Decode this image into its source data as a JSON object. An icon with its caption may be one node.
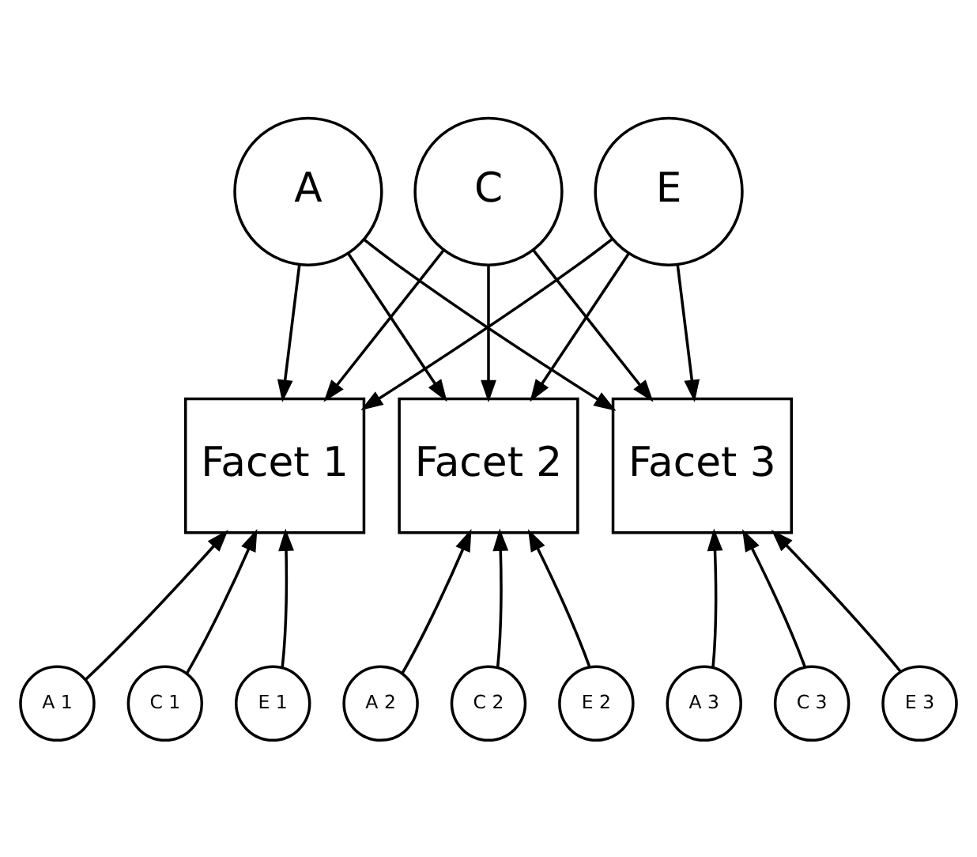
{
  "diagram": {
    "nodes": [
      {
        "text": [
          "A"
        ]
      },
      {
        "text": [
          "C"
        ]
      },
      {
        "text": [
          "E"
        ]
      },
      {
        "text": [
          "Facet 1"
        ]
      },
      {
        "text": [
          "Facet 2"
        ]
      },
      {
        "text": [
          "Facet 3"
        ]
      },
      {
        "text": [
          "A 1"
        ]
      },
      {
        "text": [
          "C 1"
        ]
      },
      {
        "text": [
          "E 1"
        ]
      },
      {
        "text": [
          "A 2"
        ]
      },
      {
        "text": [
          "C 2"
        ]
      },
      {
        "text": [
          "E 2"
        ]
      },
      {
        "text": [
          "A 3"
        ]
      },
      {
        "text": [
          "C 3"
        ]
      },
      {
        "text": [
          "E 3"
        ]
      }
    ],
    "edges": [
      {
        "from": 0,
        "to": 3,
        "arrow": "to"
      },
      {
        "from": 0,
        "to": 4,
        "arrow": "to"
      },
      {
        "from": 0,
        "to": 5,
        "arrow": "to"
      },
      {
        "from": 1,
        "to": 3,
        "arrow": "to"
      },
      {
        "from": 1,
        "to": 4,
        "arrow": "to"
      },
      {
        "from": 1,
        "to": 5,
        "arrow": "to"
      },
      {
        "from": 2,
        "to": 3,
        "arrow": "to"
      },
      {
        "from": 2,
        "to": 4,
        "arrow": "to"
      },
      {
        "from": 2,
        "to": 5,
        "arrow": "to"
      },
      {
        "from": 6,
        "to": 3,
        "arrow": "to"
      },
      {
        "from": 7,
        "to": 3,
        "arrow": "to"
      },
      {
        "from": 8,
        "to": 3,
        "arrow": "to"
      },
      {
        "from": 9,
        "to": 4,
        "arrow": "to"
      },
      {
        "from": 10,
        "to": 4,
        "arrow": "to"
      },
      {
        "from": 11,
        "to": 4,
        "arrow": "to"
      },
      {
        "from": 12,
        "to": 5,
        "arrow": "to"
      },
      {
        "from": 13,
        "to": 5,
        "arrow": "to"
      },
      {
        "from": 14,
        "to": 5,
        "arrow": "to"
      }
    ]
  }
}
